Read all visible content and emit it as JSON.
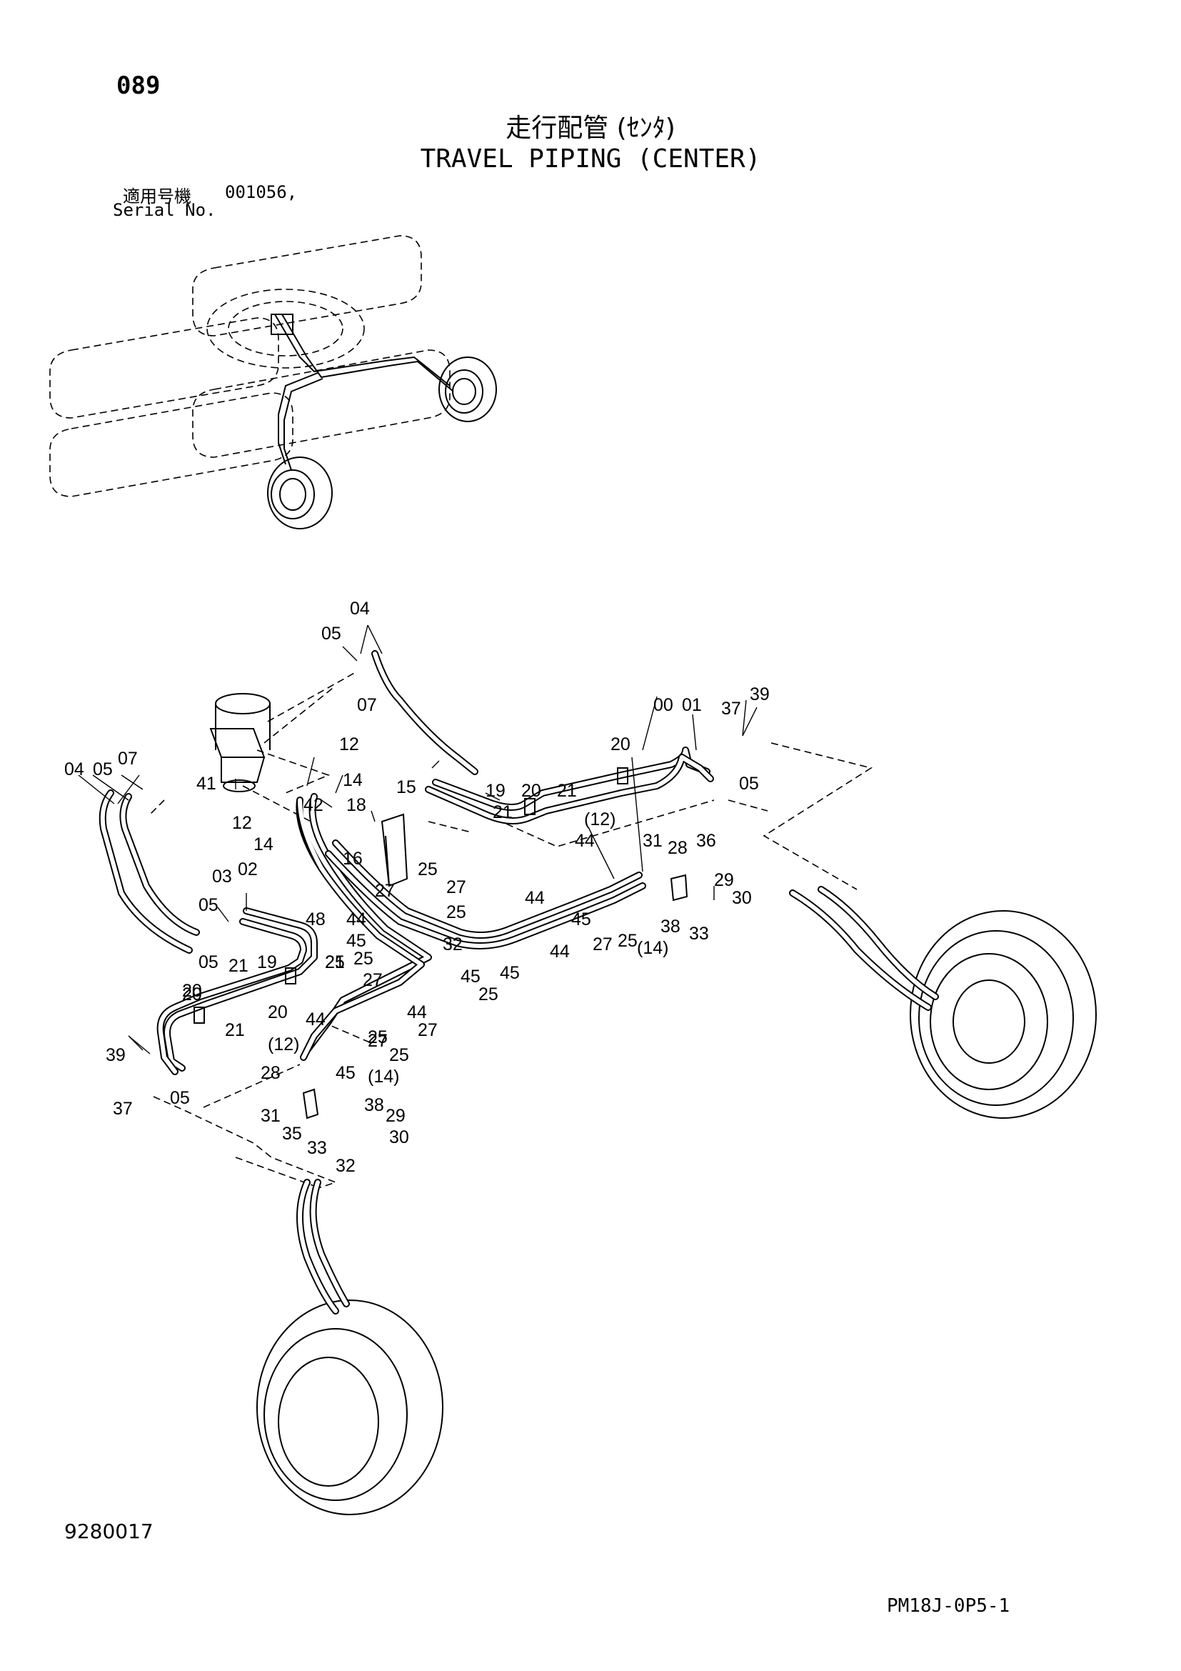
{
  "page_number": "089",
  "title_jp": "走行配管 (ｾﾝﾀ)",
  "title_en": "TRAVEL PIPING (CENTER)",
  "serial_label_jp": "適用号機",
  "serial_value": "001056,",
  "serial_label_en": "Serial No.",
  "drawing_number": "9280017",
  "page_code": "PM18J-0P5-1",
  "callouts": [
    "04",
    "05",
    "07",
    "00",
    "01",
    "37",
    "39",
    "20",
    "05",
    "19",
    "21",
    "20",
    "21",
    "12",
    "42",
    "14",
    "18",
    "15",
    "41",
    "12",
    "14",
    "16",
    "04",
    "05",
    "07",
    "03",
    "02",
    "05",
    "21",
    "19",
    "21",
    "(12)",
    "44",
    "31",
    "28",
    "36",
    "29",
    "30",
    "27",
    "27",
    "25",
    "25",
    "48",
    "44",
    "45",
    "44",
    "45",
    "27",
    "25",
    "(14)",
    "38",
    "33",
    "32",
    "25",
    "27",
    "25",
    "45",
    "44",
    "45",
    "25",
    "44",
    "25",
    "27",
    "20",
    "21",
    "20",
    "44",
    "27",
    "25",
    "45",
    "(12)",
    "(14)",
    "28",
    "38",
    "31",
    "35",
    "33",
    "29",
    "30",
    "32",
    "39",
    "37",
    "05",
    "05",
    "20"
  ]
}
